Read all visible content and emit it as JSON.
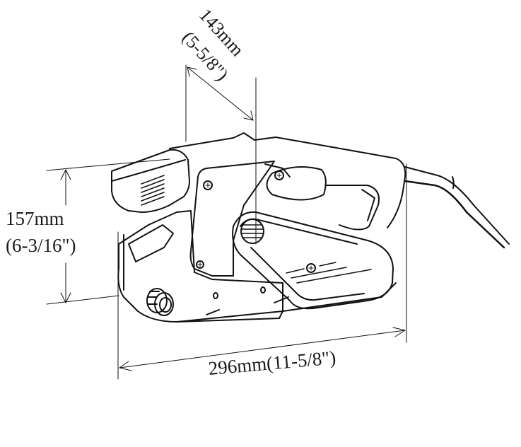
{
  "diagram": {
    "subject": "belt sander dimension drawing",
    "dimensions": {
      "depth": {
        "metric": "143mm",
        "imperial": "(5-5/8\")"
      },
      "height": {
        "metric": "157mm",
        "imperial": "(6-3/16\")"
      },
      "length": {
        "label": "296mm(11-5/8\")"
      }
    },
    "colors": {
      "line": "#111111",
      "background": "#ffffff"
    }
  }
}
